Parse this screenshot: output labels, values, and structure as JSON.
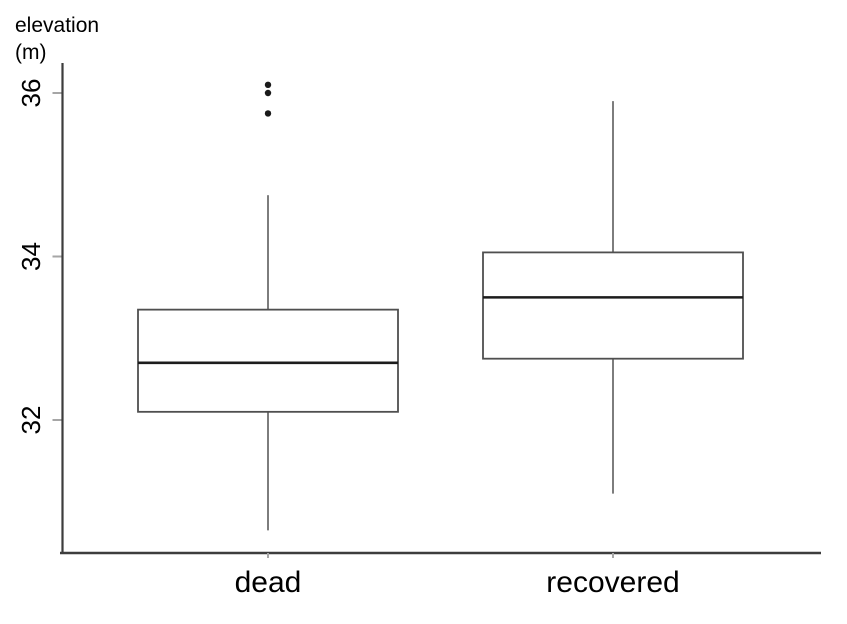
{
  "figure": {
    "y_axis_title_line1": "elevation",
    "y_axis_title_line2": "(m)"
  },
  "chart_data": {
    "type": "boxplot",
    "title": "",
    "xlabel": "",
    "ylabel": "elevation (m)",
    "categories": [
      "dead",
      "recovered"
    ],
    "y_ticks": [
      32,
      34,
      36
    ],
    "ylim": [
      30.4,
      36.4
    ],
    "grid": false,
    "legend": false,
    "series": [
      {
        "category": "dead",
        "whisker_low": 30.65,
        "q1": 32.1,
        "median": 32.7,
        "q3": 33.35,
        "whisker_high": 34.75,
        "outliers": [
          36.1,
          36.0,
          35.75
        ]
      },
      {
        "category": "recovered",
        "whisker_low": 31.1,
        "q1": 32.75,
        "median": 33.5,
        "q3": 34.05,
        "whisker_high": 35.9,
        "outliers": []
      }
    ],
    "colors": {
      "background": "#ffffff",
      "axis": "#3d3d3d",
      "tick": "#a6a6a6",
      "box_border": "#4f4f4f",
      "median": "#1c1c1c",
      "whisker": "#7d7d7d",
      "outlier": "#1a1a1a",
      "text": "#000000"
    }
  }
}
